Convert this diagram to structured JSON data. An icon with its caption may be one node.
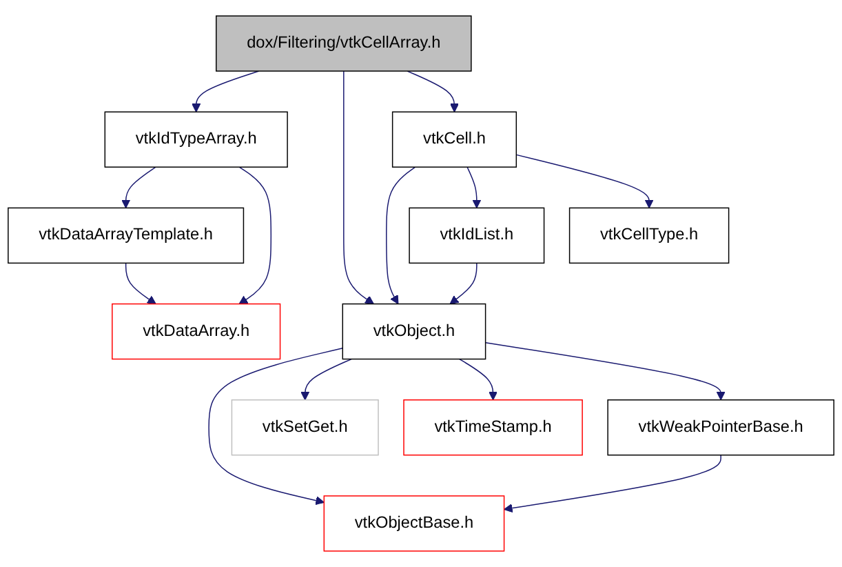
{
  "diagram": {
    "nodes": [
      {
        "text": [
          "dox/Filtering/vtkCellArray.h"
        ]
      },
      {
        "text": [
          "vtkIdTypeArray.h"
        ]
      },
      {
        "text": [
          "vtkCell.h"
        ]
      },
      {
        "text": [
          "vtkDataArrayTemplate.h"
        ]
      },
      {
        "text": [
          "vtkIdList.h"
        ]
      },
      {
        "text": [
          "vtkCellType.h"
        ]
      },
      {
        "text": [
          "vtkDataArray.h"
        ]
      },
      {
        "text": [
          "vtkObject.h"
        ]
      },
      {
        "text": [
          "vtkSetGet.h"
        ]
      },
      {
        "text": [
          "vtkTimeStamp.h"
        ]
      },
      {
        "text": [
          "vtkWeakPointerBase.h"
        ]
      },
      {
        "text": [
          "vtkObjectBase.h"
        ]
      }
    ],
    "edges": [
      {
        "from": 0,
        "to": 1,
        "arrow": "to"
      },
      {
        "from": 0,
        "to": 7,
        "arrow": "to"
      },
      {
        "from": 0,
        "to": 2,
        "arrow": "to"
      },
      {
        "from": 1,
        "to": 3,
        "arrow": "to"
      },
      {
        "from": 1,
        "to": 6,
        "arrow": "to"
      },
      {
        "from": 3,
        "to": 6,
        "arrow": "to"
      },
      {
        "from": 2,
        "to": 7,
        "arrow": "to"
      },
      {
        "from": 2,
        "to": 4,
        "arrow": "to"
      },
      {
        "from": 2,
        "to": 5,
        "arrow": "to"
      },
      {
        "from": 4,
        "to": 7,
        "arrow": "to"
      },
      {
        "from": 7,
        "to": 11,
        "arrow": "to"
      },
      {
        "from": 7,
        "to": 8,
        "arrow": "to"
      },
      {
        "from": 7,
        "to": 9,
        "arrow": "to"
      },
      {
        "from": 7,
        "to": 10,
        "arrow": "to"
      },
      {
        "from": 10,
        "to": 11,
        "arrow": "to"
      }
    ]
  }
}
